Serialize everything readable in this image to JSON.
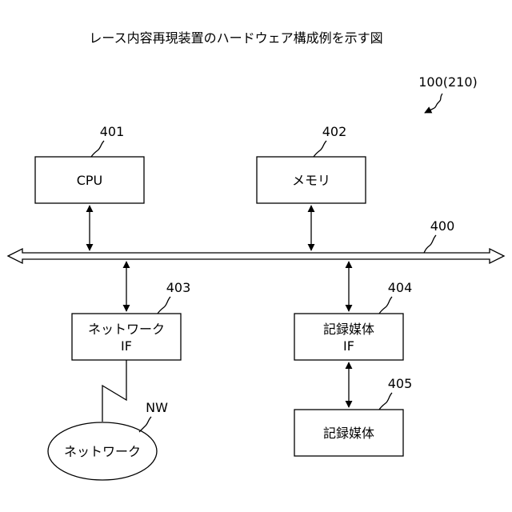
{
  "title": "レース内容再現装置のハードウェア構成例を示す図",
  "device_ref": "100(210)",
  "bus_ref": "400",
  "components": [
    {
      "id": "cpu",
      "ref": "401",
      "label": [
        "CPU"
      ]
    },
    {
      "id": "memory",
      "ref": "402",
      "label": [
        "メモリ"
      ]
    },
    {
      "id": "network-if",
      "ref": "403",
      "label": [
        "ネットワーク",
        "IF"
      ]
    },
    {
      "id": "recording-medium-if",
      "ref": "404",
      "label": [
        "記録媒体",
        "IF"
      ]
    },
    {
      "id": "recording-medium",
      "ref": "405",
      "label": [
        "記録媒体"
      ]
    }
  ],
  "network": {
    "ref": "NW",
    "label": "ネットワーク"
  }
}
